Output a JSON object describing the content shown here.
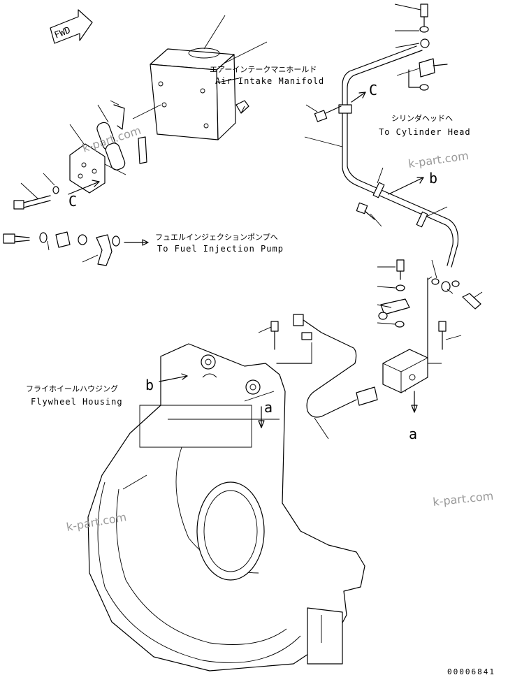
{
  "fwd_label": "FWD",
  "labels": {
    "air_intake_jp": "エアーインテークマニホールド",
    "air_intake_en": "Air Intake Manifold",
    "cylinder_head_jp": "シリンダヘッドへ",
    "cylinder_head_en": "To Cylinder Head",
    "fuel_pump_jp": "フュエルインジェクションポンプへ",
    "fuel_pump_en": "To Fuel Injection Pump",
    "flywheel_jp": "フライホイールハウジング",
    "flywheel_en": "Flywheel Housing"
  },
  "refs": {
    "c_left": "C",
    "c_top": "C",
    "b_right": "b",
    "b_left": "b",
    "a_housing": "a",
    "a_block": "a"
  },
  "watermark": "k-part.com",
  "drawing_code": "00006841"
}
